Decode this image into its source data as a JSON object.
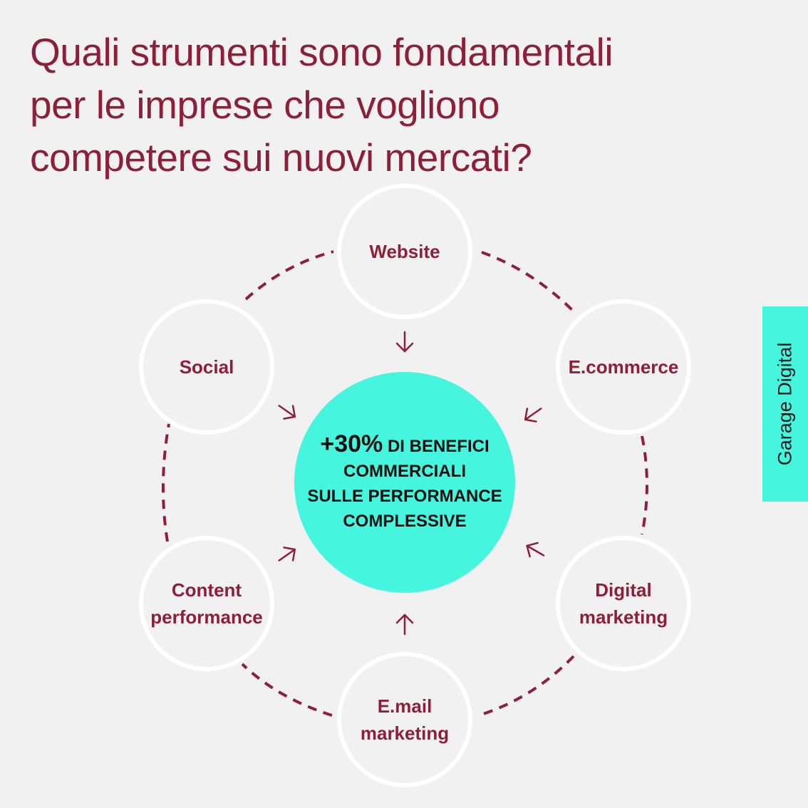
{
  "title": {
    "lines": [
      "Quali strumenti sono fondamentali",
      "per le imprese che vogliono",
      "competere sui nuovi mercati?"
    ]
  },
  "nodes": {
    "website": {
      "lines": [
        "Website"
      ]
    },
    "ecommerce": {
      "lines": [
        "E.commerce"
      ]
    },
    "digital_marketing": {
      "lines": [
        "Digital",
        "marketing"
      ]
    },
    "email_marketing": {
      "lines": [
        "E.mail",
        "marketing"
      ]
    },
    "content_performance": {
      "lines": [
        "Content",
        "performance"
      ]
    },
    "social": {
      "lines": [
        "Social"
      ]
    }
  },
  "center": {
    "percent": "+30%",
    "line1_rest": " DI BENEFICI",
    "line2": "COMMERCIALI",
    "line3": "SULLE PERFORMANCE",
    "line4": "COMPLESSIVE"
  },
  "side_tab": {
    "label": "Garage Digital"
  },
  "colors": {
    "brand": "#8e1f38",
    "accent": "#45f5de",
    "background": "#f1f1f1",
    "circle_border": "#ffffff"
  },
  "icons": [
    "arrow-icon"
  ]
}
